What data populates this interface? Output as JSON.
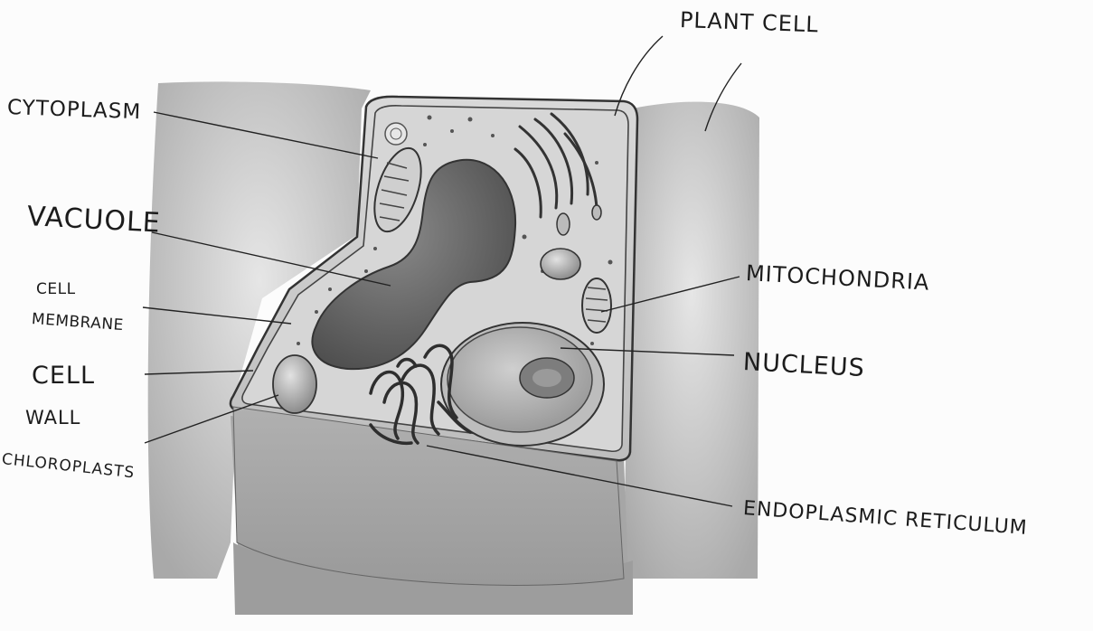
{
  "labels": {
    "plant_cell": "PLANT CELL",
    "cytoplasm": "CYTOPLASM",
    "vacuole": "VACUOLE",
    "cell_membrane_line1": "CELL",
    "cell_membrane_line2": "MEMBRANE",
    "cell_wall_line1": "CELL",
    "cell_wall_line2": "WALL",
    "chloroplasts": "CHLOROPLASTS",
    "mitochondria": "MITOCHONDRIA",
    "nucleus": "NUCLEUS",
    "endoplasmic_reticulum": "ENDOPLASMIC RETICULUM"
  }
}
